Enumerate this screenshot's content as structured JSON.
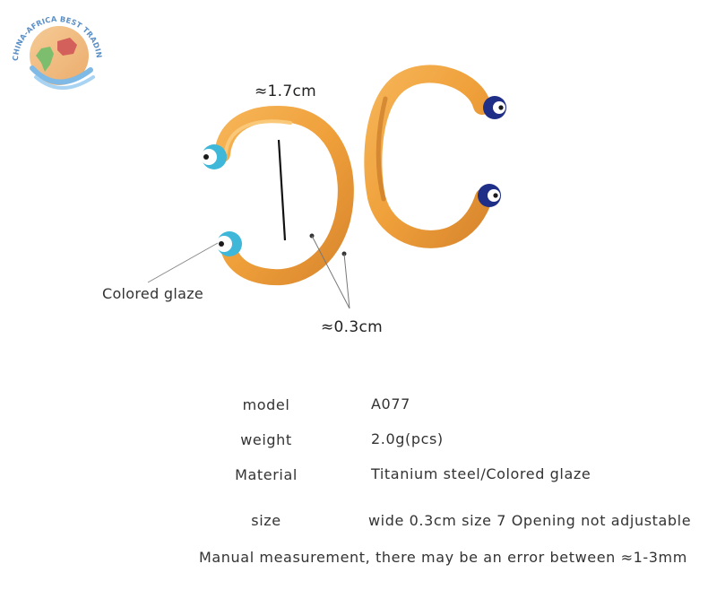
{
  "logo": {
    "ring_text": "CHINA-AFRICA BEST TRADING PLATFORM",
    "icon": "globe-africa-china-icon"
  },
  "figure": {
    "width_label": "≈1.7cm",
    "thickness_label": "≈0.3cm",
    "callout_label": "Colored glaze",
    "product_icon": "evil-eye-ring-icon",
    "colors": {
      "gold": "#F0A238",
      "gold_dark": "#C9792A",
      "eye_light_blue": "#3FB7D9",
      "eye_dark_blue": "#1F2E86"
    }
  },
  "specs": [
    {
      "label": "model",
      "value": "A077"
    },
    {
      "label": "weight",
      "value": "2.0g(pcs)"
    },
    {
      "label": "Material",
      "value": "Titanium steel/Colored glaze"
    },
    {
      "label": "size",
      "value": "wide 0.3cm size 7 Opening not adjustable"
    }
  ],
  "note": "Manual measurement, there may be an error between ≈1-3mm"
}
